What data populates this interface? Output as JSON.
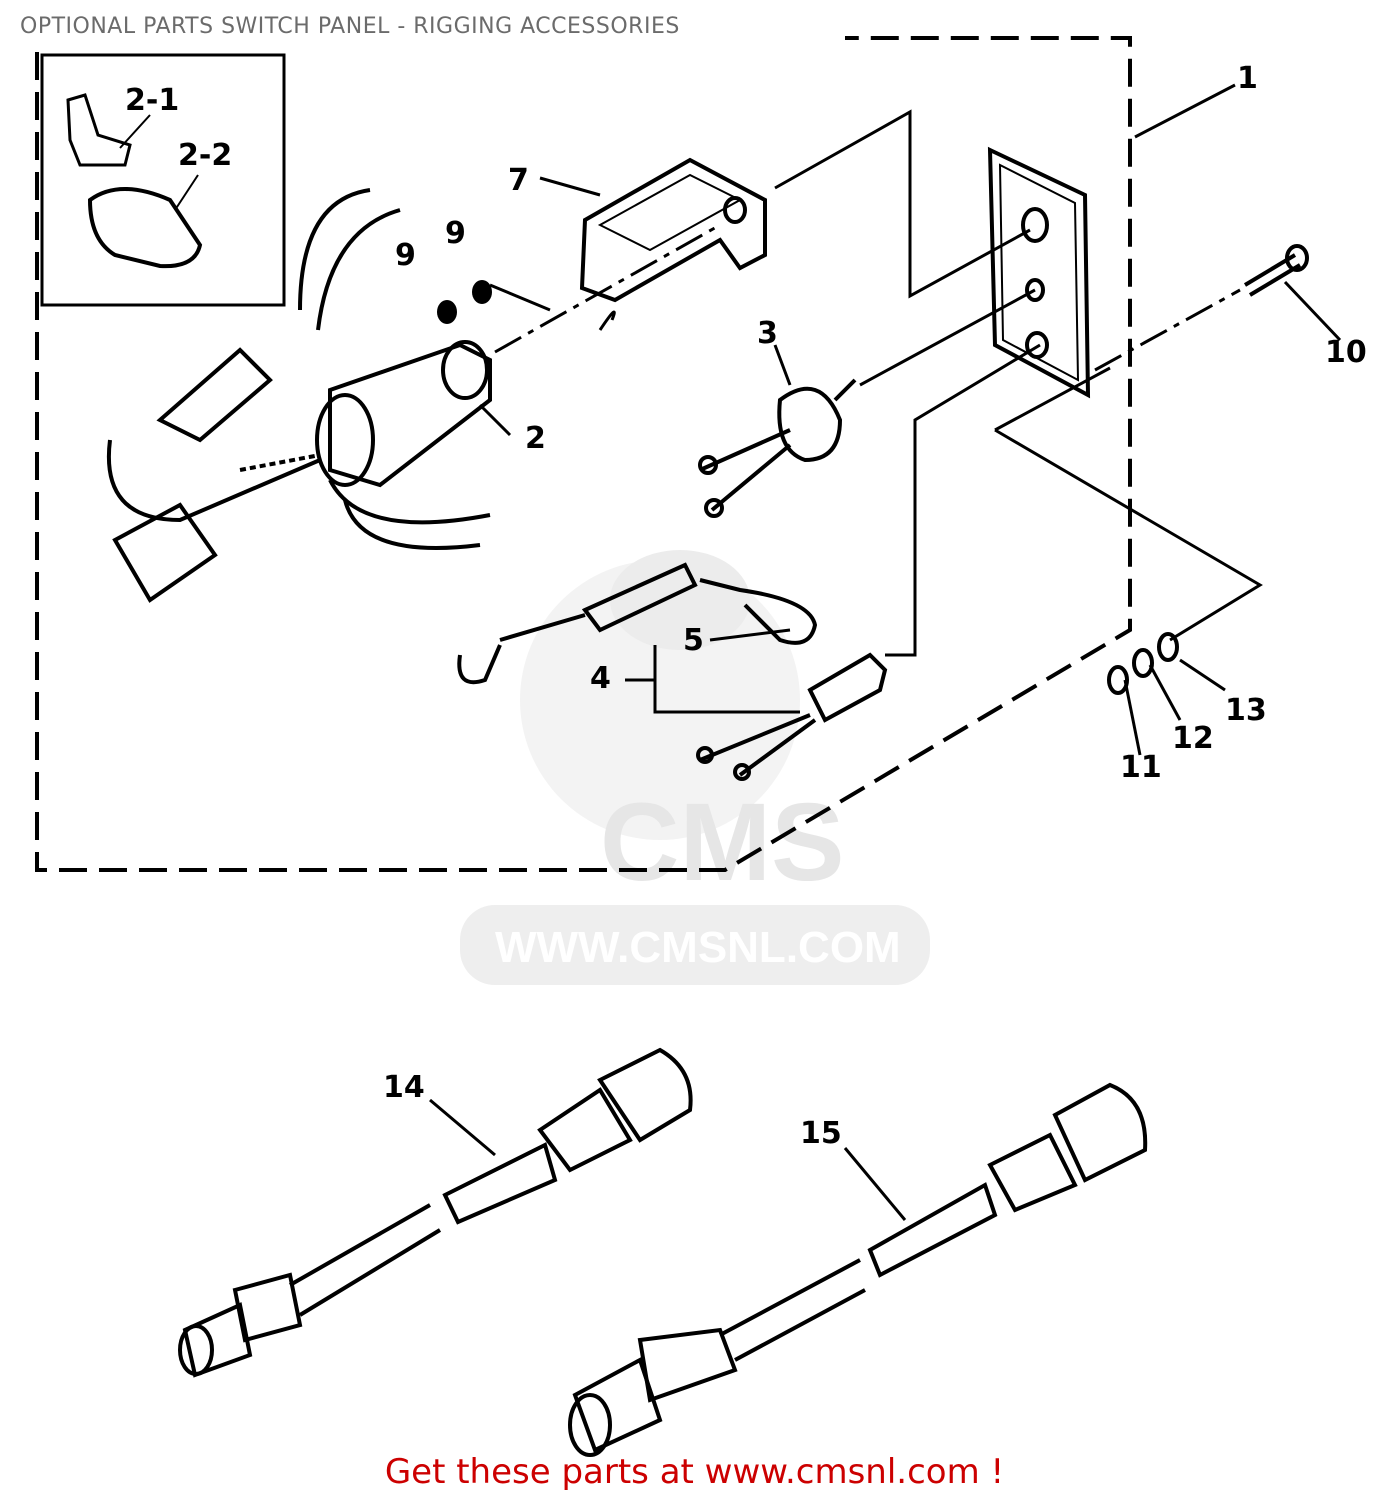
{
  "header": {
    "title": "OPTIONAL PARTS SWITCH PANEL - RIGGING ACCESSORIES"
  },
  "watermark": {
    "logo_text": "CMS",
    "url_text": "WWW.CMSNL.COM"
  },
  "callouts": [
    "1",
    "2",
    "2-1",
    "2-2",
    "3",
    "4",
    "5",
    "7",
    "9",
    "9",
    "10",
    "11",
    "12",
    "13",
    "14",
    "15"
  ],
  "footer": {
    "cta": "Get these parts at www.cmsnl.com !"
  },
  "colors": {
    "footer": "#cc0000",
    "title": "#6b6b6b",
    "line": "#000000",
    "watermark": "#e6e6e6"
  }
}
